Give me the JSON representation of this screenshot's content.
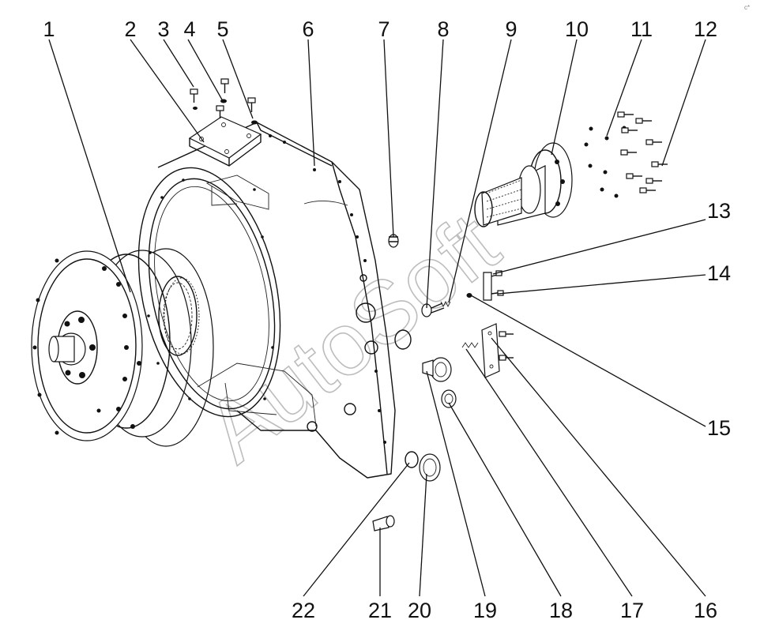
{
  "diagram": {
    "callouts": [
      "1",
      "2",
      "3",
      "4",
      "5",
      "6",
      "7",
      "8",
      "9",
      "10",
      "11",
      "12",
      "13",
      "14",
      "15",
      "16",
      "17",
      "18",
      "19",
      "20",
      "21",
      "22"
    ],
    "watermark": "AutoSoft",
    "corner_mark": "c*"
  }
}
